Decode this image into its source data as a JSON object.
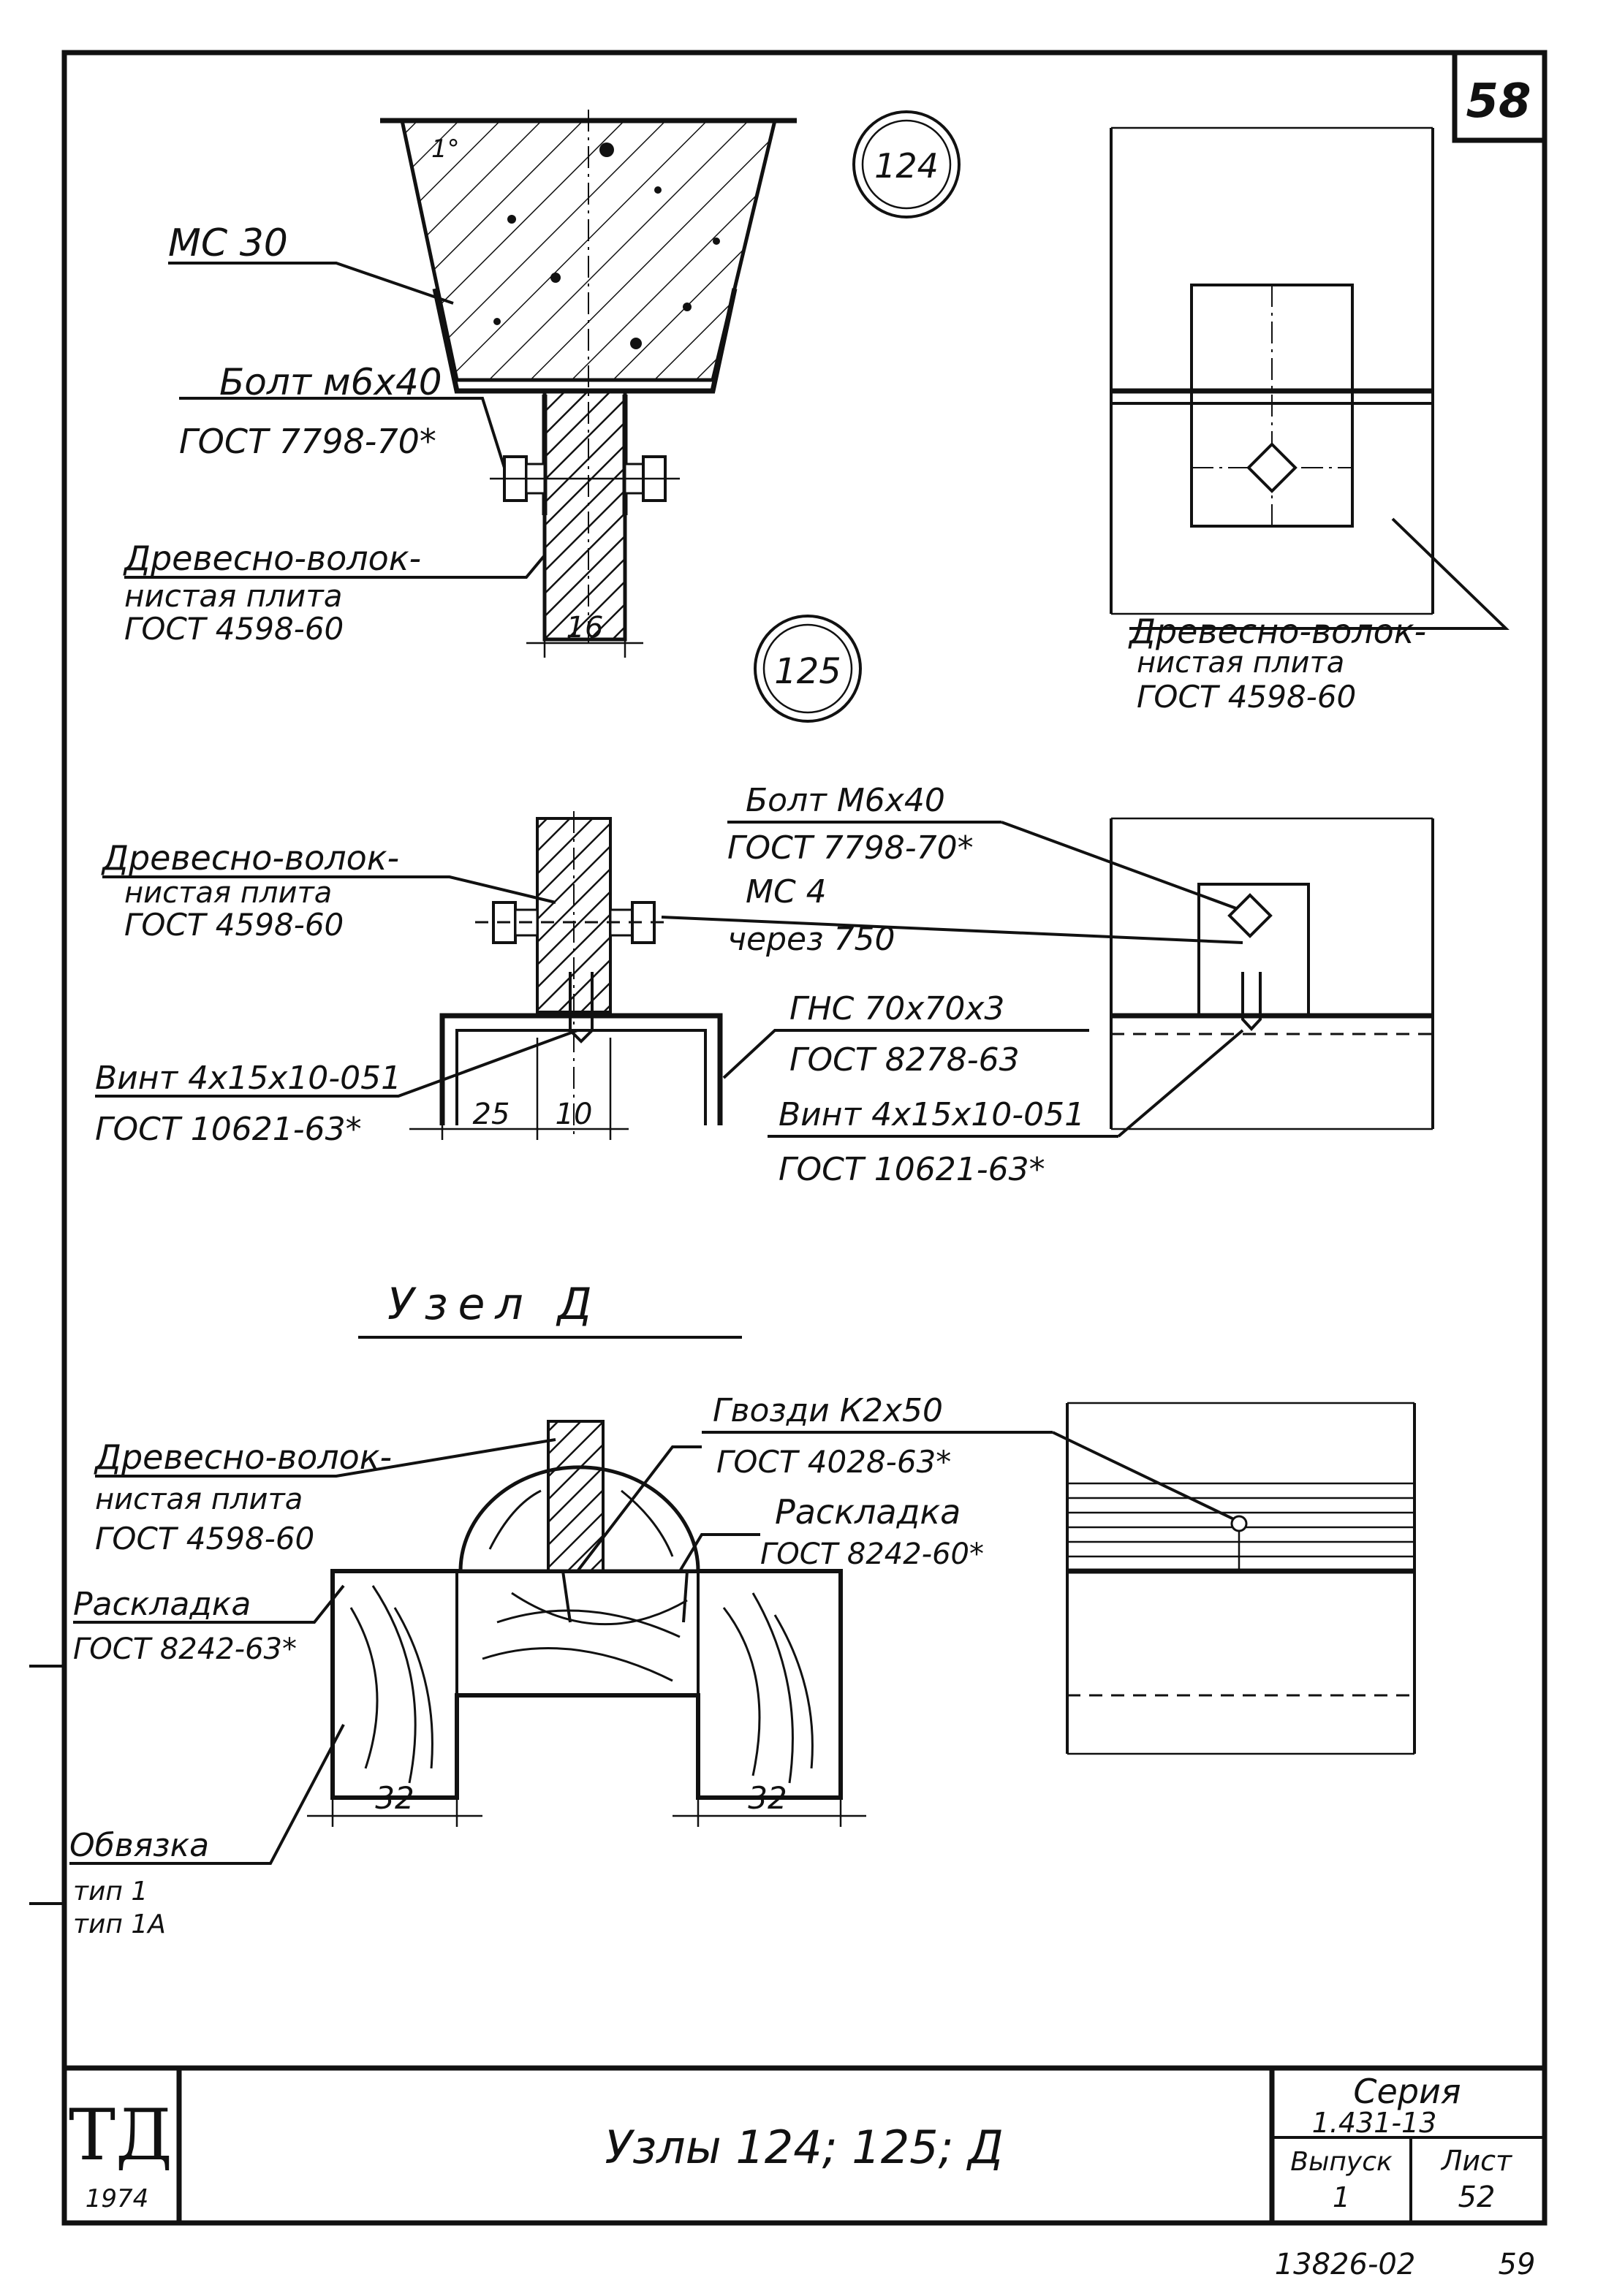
{
  "sheet_number": "58",
  "node_124": {
    "circle_label": "124",
    "channel_label": "МС 30",
    "bolt_label": "Болт м6х40",
    "bolt_gost": "ГОСТ 7798-70*",
    "board_label_1": "Древесно-волок-",
    "board_label_2": "нистая плита",
    "board_gost": "ГОСТ 4598-60",
    "dim_thickness": "16",
    "slope_mark": "1°"
  },
  "node_124_side": {
    "board_label_1": "Древесно-волок-",
    "board_label_2": "нистая плита",
    "board_gost": "ГОСТ 4598-60"
  },
  "node_125": {
    "circle_label": "125",
    "board_label_1": "Древесно-волок-",
    "board_label_2": "нистая плита",
    "board_gost": "ГОСТ 4598-60",
    "bolt_label": "Болт М6х40",
    "bolt_gost": "ГОСТ 7798-70*",
    "ms_label": "МС 4",
    "ms_step": "через 750",
    "profile_label": "ГНС 70х70х3",
    "profile_gost": "ГОСТ 8278-63",
    "screw_left_label": "Винт 4х15х10-051",
    "screw_left_gost": "ГОСТ 10621-63*",
    "screw_right_label": "Винт 4х15х10-051",
    "screw_right_gost": "ГОСТ 10621-63*",
    "dim_25": "25",
    "dim_10": "10"
  },
  "node_d": {
    "title": "Узел Д",
    "nails_label": "Гвозди К2х50",
    "nails_gost": "ГОСТ 4028-63*",
    "board_label_1": "Древесно-волок-",
    "board_label_2": "нистая плита",
    "board_gost": "ГОСТ 4598-60",
    "strip_right_label": "Раскладка",
    "strip_right_gost": "ГОСТ 8242-60*",
    "strip_left_label": "Раскладка",
    "strip_left_gost": "ГОСТ 8242-63*",
    "frame_label": "Обвязка",
    "frame_type_1": "тип 1",
    "frame_type_2": "тип 1А",
    "dim_left": "32",
    "dim_right": "32"
  },
  "title_block": {
    "org_mark": "ТД",
    "year": "1974",
    "title": "Узлы 124; 125; Д",
    "series_label": "Серия",
    "series_value": "1.431-13",
    "issue_label": "Выпуск",
    "issue_value": "1",
    "sheet_label": "Лист",
    "sheet_value": "52"
  },
  "footer": {
    "doc_code": "13826-02",
    "page_number": "59"
  }
}
